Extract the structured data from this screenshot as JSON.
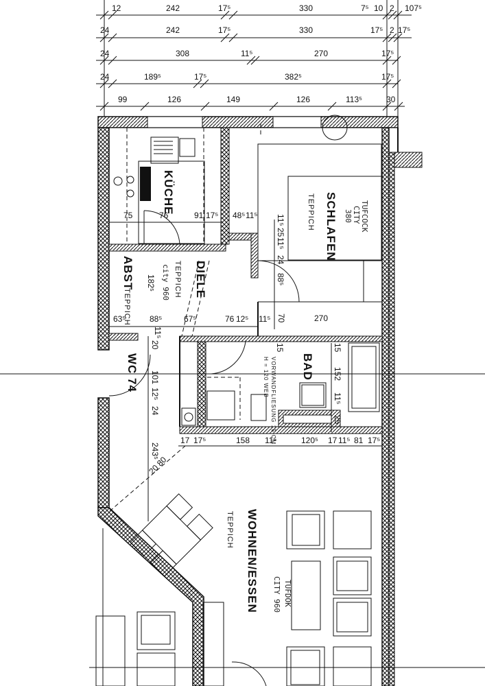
{
  "dimensions": {
    "row1": [
      "12",
      "242",
      "17⁵",
      "330",
      "7⁵",
      "10",
      "2",
      "107⁵"
    ],
    "row2": [
      "24",
      "242",
      "17⁵",
      "330",
      "17⁵",
      "2",
      "17⁵"
    ],
    "row3": [
      "24",
      "308",
      "11⁵",
      "270",
      "17⁵"
    ],
    "row4": [
      "24",
      "189⁵",
      "17⁵",
      "382⁵",
      "17⁵"
    ],
    "row5": [
      "99",
      "126",
      "149",
      "126",
      "113⁵",
      "30"
    ],
    "kitchen": [
      "75",
      "76",
      "91",
      "17⁵",
      "48⁵",
      "11⁵"
    ],
    "bedroom": [
      "11⁵",
      "25",
      "11⁵",
      "24",
      "88⁵",
      "70",
      "270"
    ],
    "hall": [
      "63⁵",
      "88⁵",
      "11⁵",
      "67⁵",
      "76",
      "12⁵",
      "11⁵"
    ],
    "wc": [
      "20",
      "101",
      "12⁵",
      "24",
      "243⁵",
      "20 80"
    ],
    "bath": [
      "15",
      "15",
      "152",
      "11⁵",
      "25"
    ],
    "bottom": [
      "17",
      "17⁵",
      "158",
      "11⁵",
      "120⁵",
      "17",
      "11⁵",
      "81",
      "17⁵"
    ],
    "hall_area": "182⁵"
  },
  "rooms": {
    "kitchen": "KÜCHE",
    "bedroom": "SCHLAFEN",
    "bedroom_floor": "TEPPICH",
    "bedroom_note": [
      "TUFCOCK",
      "CITY",
      "380"
    ],
    "storage": "ABST",
    "storage_floor": "TEPPICH",
    "hall": "DIELE",
    "hall_floor": "TEPPICH",
    "hall_note": "city 960",
    "wc": "WC 74",
    "bath": "BAD",
    "bath_note1": "VORWANDFLIESUNG 15 CM",
    "bath_note2": "H = 120 WEB",
    "living": "WOHNEN/ESSEN",
    "living_floor": "TEPPICH",
    "living_note": [
      "TUFDOK",
      "CITY 960"
    ],
    "stair_note": "20 80"
  }
}
